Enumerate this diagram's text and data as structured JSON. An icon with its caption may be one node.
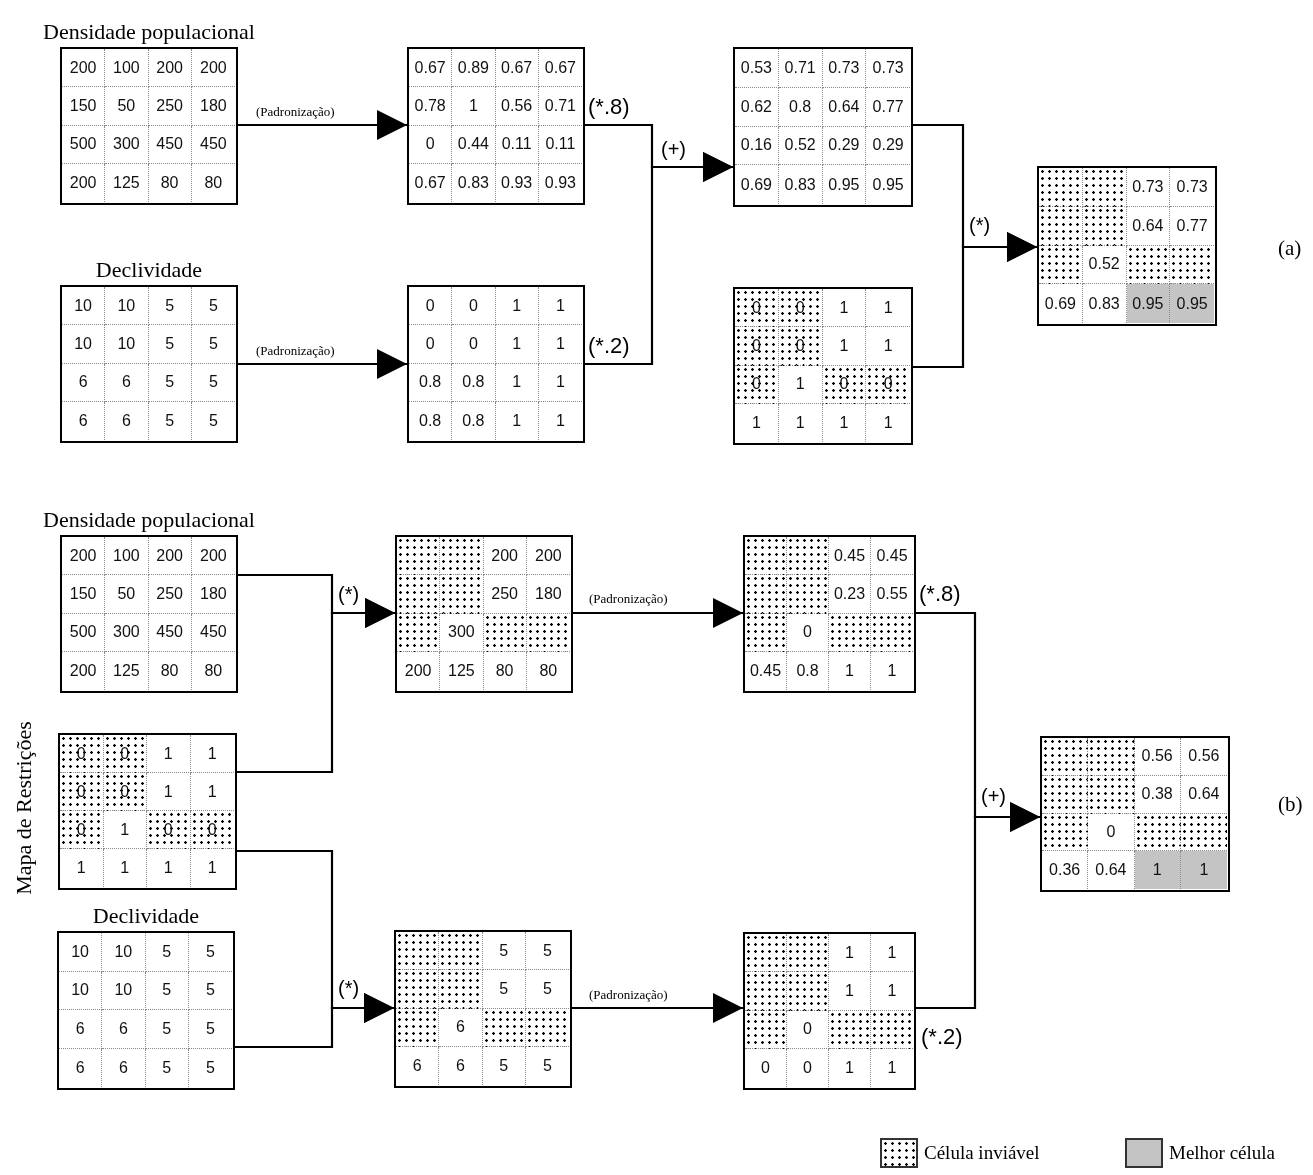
{
  "diagram": {
    "nodes": [
      {
        "text": [
          "Densidade populacional",
          "200",
          "100",
          "200",
          "200",
          "150",
          "50",
          "250",
          "180",
          "500",
          "300",
          "450",
          "450",
          "200",
          "125",
          "80",
          "80"
        ]
      },
      {
        "text": [
          "Declividade",
          "10",
          "10",
          "5",
          "5",
          "10",
          "10",
          "5",
          "5",
          "6",
          "6",
          "5",
          "5",
          "6",
          "6",
          "5",
          "5"
        ]
      },
      {
        "text": [
          "0.67",
          "0.89",
          "0.67",
          "0.67",
          "0.78",
          "1",
          "0.56",
          "0.71",
          "0",
          "0.44",
          "0.11",
          "0.11",
          "0.67",
          "0.83",
          "0.93",
          "0.93"
        ],
        "beside": [
          "(*.8)"
        ]
      },
      {
        "text": [
          "0",
          "0",
          "1",
          "1",
          "0",
          "0",
          "1",
          "1",
          "0.8",
          "0.8",
          "1",
          "1",
          "0.8",
          "0.8",
          "1",
          "1"
        ],
        "beside": [
          "(*.2)"
        ]
      },
      {
        "text": [
          "0.53",
          "0.71",
          "0.73",
          "0.73",
          "0.62",
          "0.8",
          "0.64",
          "0.77",
          "0.16",
          "0.52",
          "0.29",
          "0.29",
          "0.69",
          "0.83",
          "0.95",
          "0.95"
        ]
      },
      {
        "text": [
          "0",
          "0",
          "1",
          "1",
          "0",
          "0",
          "1",
          "1",
          "0",
          "1",
          "0",
          "0",
          "1",
          "1",
          "1",
          "1"
        ]
      },
      {
        "text": [
          "0.73",
          "0.73",
          "0.64",
          "0.77",
          "0.52",
          "0.69",
          "0.83",
          "0.95",
          "0.95"
        ]
      },
      {
        "text": [
          "Densidade populacional",
          "200",
          "100",
          "200",
          "200",
          "150",
          "50",
          "250",
          "180",
          "500",
          "300",
          "450",
          "450",
          "200",
          "125",
          "80",
          "80"
        ]
      },
      {
        "text": [
          "0",
          "0",
          "1",
          "1",
          "0",
          "0",
          "1",
          "1",
          "0",
          "1",
          "0",
          "0",
          "1",
          "1",
          "1",
          "1"
        ],
        "beside": [
          "Mapa de Restrições"
        ]
      },
      {
        "text": [
          "Declividade",
          "10",
          "10",
          "5",
          "5",
          "10",
          "10",
          "5",
          "5",
          "6",
          "6",
          "5",
          "5",
          "6",
          "6",
          "5",
          "5"
        ]
      },
      {
        "text": [
          "200",
          "200",
          "250",
          "180",
          "300",
          "200",
          "125",
          "80",
          "80"
        ]
      },
      {
        "text": [
          "5",
          "5",
          "5",
          "5",
          "6",
          "6",
          "6",
          "5",
          "5"
        ]
      },
      {
        "text": [
          "0.45",
          "0.45",
          "0.23",
          "0.55",
          "0",
          "0.45",
          "0.8",
          "1",
          "1"
        ],
        "beside": [
          "(*.8)"
        ]
      },
      {
        "text": [
          "1",
          "1",
          "1",
          "1",
          "0",
          "0",
          "0",
          "1",
          "1"
        ],
        "beside": [
          "(*.2)"
        ]
      },
      {
        "text": [
          "0.56",
          "0.56",
          "0.38",
          "0.64",
          "0",
          "0.36",
          "0.64",
          "1",
          "1"
        ]
      }
    ],
    "edges": [
      {
        "from": 0,
        "to": 2,
        "arrow": "to",
        "label": "(Padronização)"
      },
      {
        "from": 1,
        "to": 3,
        "arrow": "to",
        "label": "(Padronização)"
      },
      {
        "from": 2,
        "to": 4,
        "arrow": "to",
        "label": "(+)"
      },
      {
        "from": 3,
        "to": 4,
        "arrow": "to"
      },
      {
        "from": 4,
        "to": 6,
        "arrow": "to",
        "label": "(*)"
      },
      {
        "from": 5,
        "to": 6,
        "arrow": "to"
      },
      {
        "from": 7,
        "to": 10,
        "arrow": "to",
        "label": "(*)"
      },
      {
        "from": 8,
        "to": 10,
        "arrow": "to"
      },
      {
        "from": 8,
        "to": 11,
        "arrow": "to",
        "label": "(*)"
      },
      {
        "from": 9,
        "to": 11,
        "arrow": "to"
      },
      {
        "from": 10,
        "to": 12,
        "arrow": "to",
        "label": "(Padronização)"
      },
      {
        "from": 11,
        "to": 13,
        "arrow": "to",
        "label": "(Padronização)"
      },
      {
        "from": 12,
        "to": 14,
        "arrow": "to",
        "label": "(+)"
      },
      {
        "from": 13,
        "to": 14,
        "arrow": "to"
      }
    ],
    "labels": [
      "(a)",
      "(b)"
    ],
    "legend": [
      {
        "text": "Célula inviável"
      },
      {
        "text": "Melhor célula",
        "color": "#c4c4c4"
      }
    ]
  }
}
